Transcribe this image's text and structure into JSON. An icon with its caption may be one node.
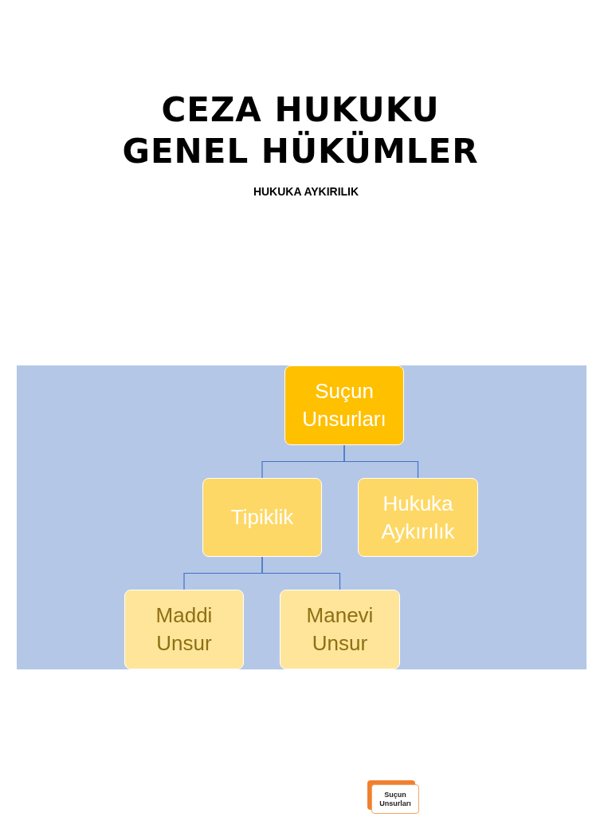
{
  "diagram": {
    "title": "CEZA HUKUKU GENEL HÜKÜMLER",
    "nodes": [
      {
        "text": [],
        "shape": "box"
      },
      {
        "text": [
          "Suçun Unsurları"
        ],
        "in": 0
      },
      {
        "text": [
          "Tipiklik"
        ],
        "in": 0
      },
      {
        "text": [
          "Hukuka Aykırılık"
        ],
        "in": 0
      },
      {
        "text": [
          "Maddi Unsur"
        ],
        "in": 0
      },
      {
        "text": [
          "Manevi Unsur"
        ],
        "in": 0
      },
      {
        "text": [
          "Suçun Unsurları"
        ]
      }
    ],
    "edges": [
      {
        "from": 1,
        "to": 2,
        "arrow": "none"
      },
      {
        "from": 1,
        "to": 3,
        "arrow": "none"
      },
      {
        "from": 2,
        "to": 4,
        "arrow": "none"
      },
      {
        "from": 2,
        "to": 5,
        "arrow": "none"
      }
    ],
    "labels": [
      "HUKUKA AYKIRILIK"
    ]
  }
}
